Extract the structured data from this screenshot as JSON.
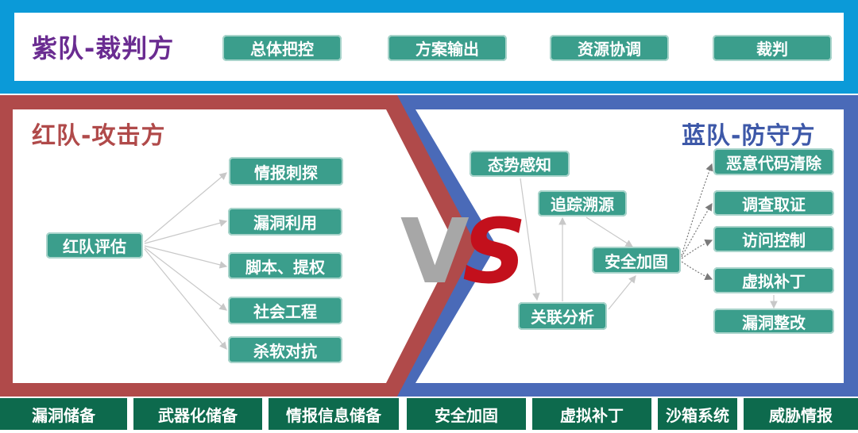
{
  "judge": {
    "title": "紫队-裁判方",
    "items": [
      "总体把控",
      "方案输出",
      "资源协调",
      "裁判"
    ]
  },
  "red": {
    "title": "红队-攻击方",
    "root": "红队评估",
    "items": [
      "情报刺探",
      "漏洞利用",
      "脚本、提权",
      "社会工程",
      "杀软对抗"
    ]
  },
  "blue": {
    "title": "蓝队-防守方",
    "nodes": {
      "situation": "态势感知",
      "trace": "追踪溯源",
      "correlation": "关联分析",
      "hardening": "安全加固",
      "malware": "恶意代码清除",
      "forensics": "调查取证",
      "access": "访问控制",
      "vpatch": "虚拟补丁",
      "vulnfix": "漏洞整改"
    }
  },
  "vs": {
    "v": "V",
    "s": "S"
  },
  "bottom": [
    "漏洞储备",
    "武器化储备",
    "情报信息储备",
    "安全加固",
    "虚拟补丁",
    "沙箱系统",
    "威胁情报"
  ],
  "colors": {
    "red": "#b04a4a",
    "blue": "#4a6ab8",
    "judgeFrame": "#0b9ad8",
    "pill": "#3b9e8c",
    "purple": "#6a2c91",
    "bottom": "#0d6a4d"
  }
}
